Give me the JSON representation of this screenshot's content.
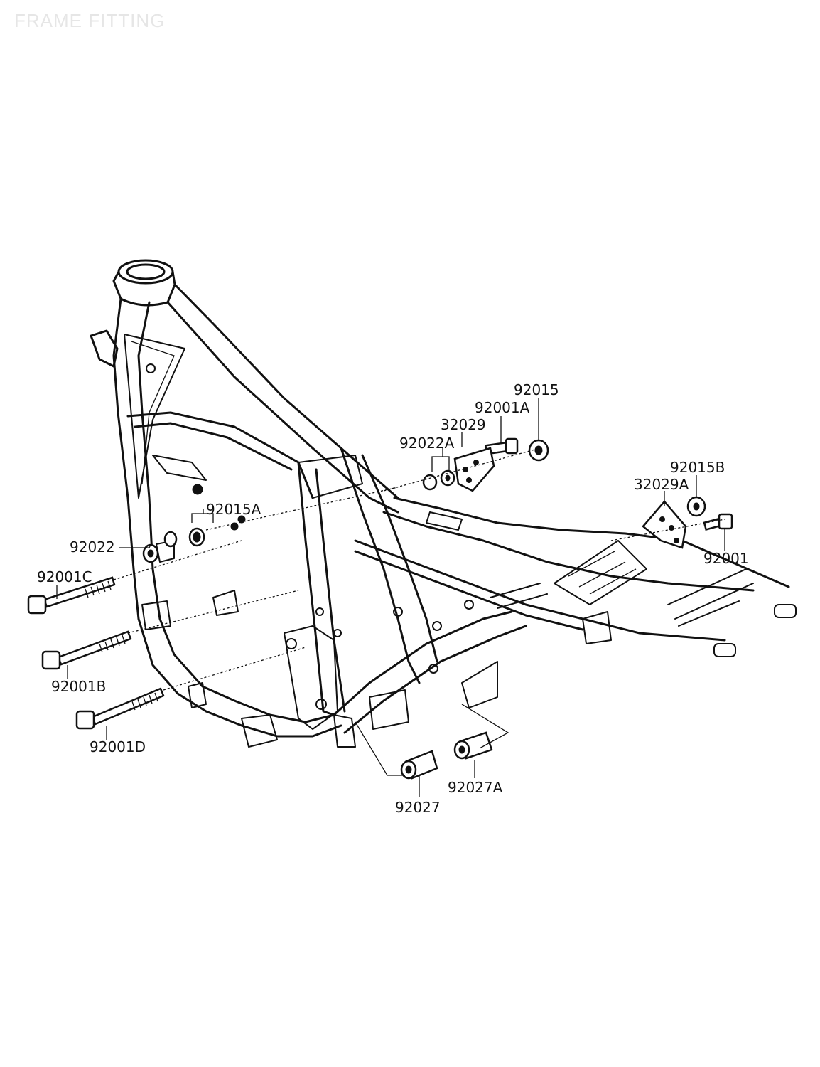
{
  "header": {
    "title": "FRAME FITTING"
  },
  "parts": {
    "p92015": "92015",
    "p92001A": "92001A",
    "p32029": "32029",
    "p92022A": "92022A",
    "p92015B": "92015B",
    "p32029A": "32029A",
    "p92001": "92001",
    "p92015A": "92015A",
    "p92022": "92022",
    "p92001C": "92001C",
    "p92001B": "92001B",
    "p92001D": "92001D",
    "p92027": "92027",
    "p92027A": "92027A"
  }
}
